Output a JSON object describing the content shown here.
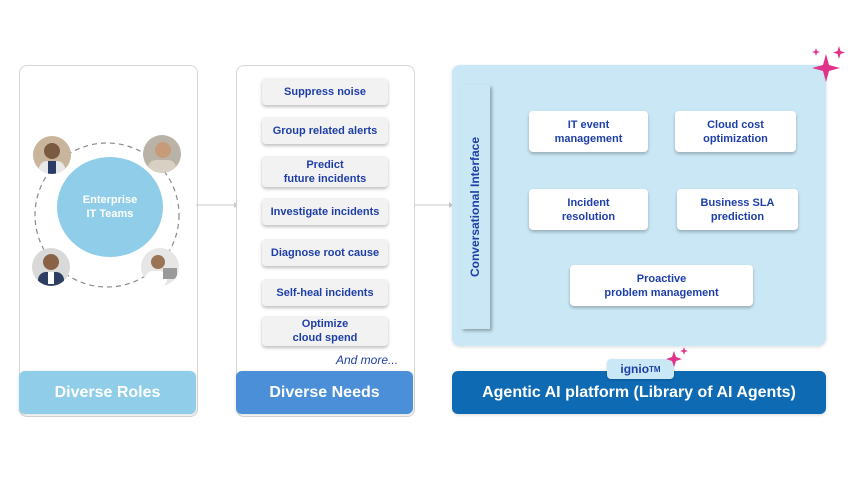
{
  "roles": {
    "center_label": "Enterprise\nIT Teams",
    "bottom_label": "Diverse Roles",
    "color": "#8fcde8"
  },
  "needs": {
    "items": [
      "Suppress noise",
      "Group related alerts",
      "Predict\nfuture incidents",
      "Investigate incidents",
      "Diagnose root cause",
      "Self-heal incidents",
      "Optimize\ncloud spend"
    ],
    "more_label": "And more...",
    "bottom_label": "Diverse Needs",
    "color": "#4a8fd8"
  },
  "platform": {
    "interface_label": "Conversational Interface",
    "agents": [
      "IT event\nmanagement",
      "Cloud cost\noptimization",
      "Incident\nresolution",
      "Business SLA\nprediction",
      "Proactive\nproblem management"
    ],
    "brand": "ignio",
    "brand_mark": "TM",
    "bottom_label": "Agentic AI platform (Library of AI Agents)",
    "panel_color": "#c9e7f5",
    "bar_color": "#0f6ab4",
    "sparkle_color": "#e0338a"
  }
}
